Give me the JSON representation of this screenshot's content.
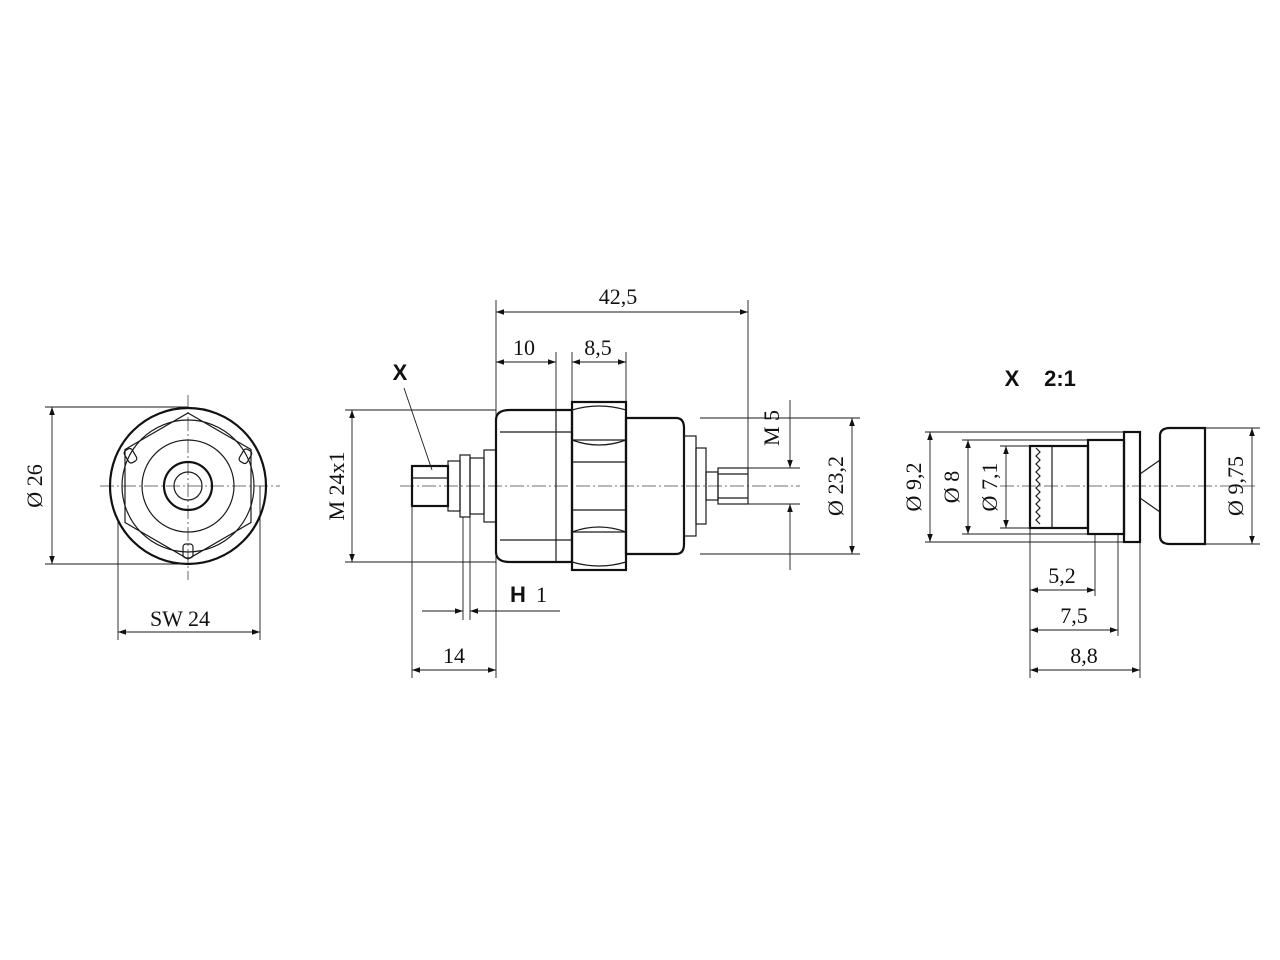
{
  "front_view": {
    "diameter_label": "Ø 26",
    "wrench_label": "SW 24"
  },
  "side_view": {
    "detail_marker": "X",
    "overall_length": "42,5",
    "dim_10": "10",
    "dim_8_5": "8,5",
    "thread_label": "M 24x1",
    "stud_thread_label": "M 5",
    "body_diameter": "Ø 23,2",
    "stroke_letter": "H",
    "stroke_value": "1",
    "dim_14": "14"
  },
  "detail_view": {
    "title_letter": "X",
    "title_scale": "2:1",
    "dia_9_2": "Ø 9,2",
    "dia_8": "Ø 8",
    "dia_7_1": "Ø 7,1",
    "dia_9_75": "Ø 9,75",
    "len_5_2": "5,2",
    "len_7_5": "7,5",
    "len_8_8": "8,8"
  }
}
